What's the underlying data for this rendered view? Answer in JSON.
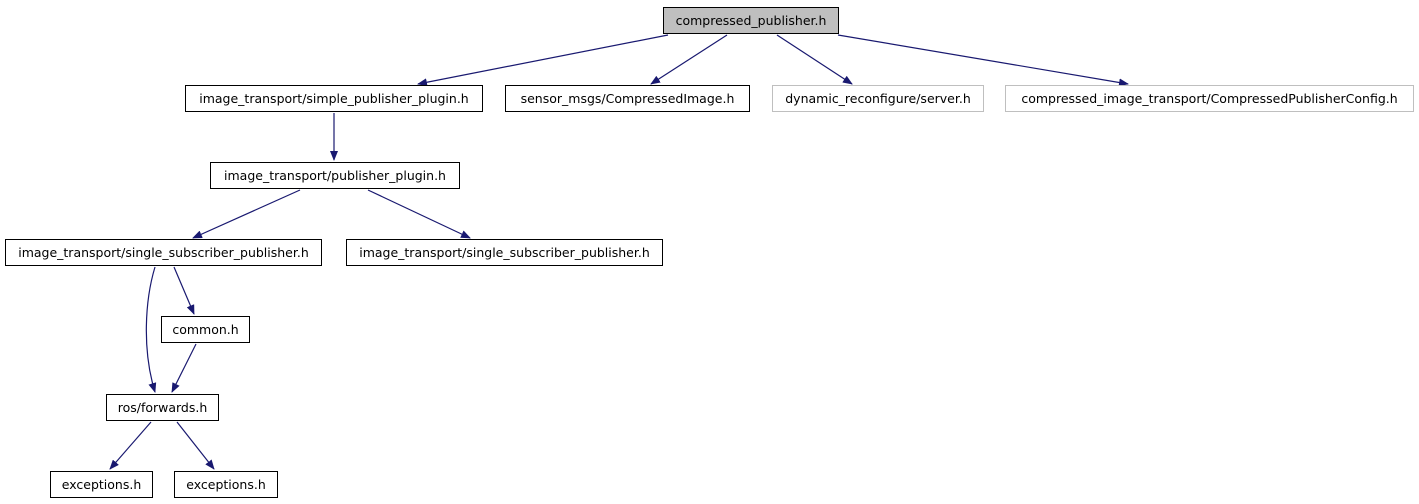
{
  "colors": {
    "edge": "#191970",
    "root_fill": "#bfbfbf",
    "node_border": "#000000",
    "external_border": "#bfbfbf"
  },
  "nodes": [
    {
      "id": "n0",
      "label": "compressed_publisher.h",
      "kind": "root"
    },
    {
      "id": "n1",
      "label": "image_transport/simple_publisher_plugin.h",
      "kind": "normal"
    },
    {
      "id": "n2",
      "label": "sensor_msgs/CompressedImage.h",
      "kind": "normal"
    },
    {
      "id": "n3",
      "label": "dynamic_reconfigure/server.h",
      "kind": "external"
    },
    {
      "id": "n4",
      "label": "compressed_image_transport/CompressedPublisherConfig.h",
      "kind": "external"
    },
    {
      "id": "n5",
      "label": "image_transport/publisher_plugin.h",
      "kind": "normal"
    },
    {
      "id": "n6",
      "label": "image_transport/single_subscriber_publisher.h",
      "kind": "normal"
    },
    {
      "id": "n7",
      "label": "image_transport/single_subscriber_publisher.h",
      "kind": "normal"
    },
    {
      "id": "n8",
      "label": "common.h",
      "kind": "normal"
    },
    {
      "id": "n9",
      "label": "ros/forwards.h",
      "kind": "normal"
    },
    {
      "id": "n10",
      "label": "exceptions.h",
      "kind": "normal"
    },
    {
      "id": "n11",
      "label": "exceptions.h",
      "kind": "normal"
    }
  ],
  "edges": [
    {
      "from": "n0",
      "to": "n1"
    },
    {
      "from": "n0",
      "to": "n2"
    },
    {
      "from": "n0",
      "to": "n3"
    },
    {
      "from": "n0",
      "to": "n4"
    },
    {
      "from": "n1",
      "to": "n5"
    },
    {
      "from": "n5",
      "to": "n6"
    },
    {
      "from": "n5",
      "to": "n7"
    },
    {
      "from": "n6",
      "to": "n8"
    },
    {
      "from": "n6",
      "to": "n9"
    },
    {
      "from": "n8",
      "to": "n9"
    },
    {
      "from": "n9",
      "to": "n10"
    },
    {
      "from": "n9",
      "to": "n11"
    }
  ]
}
